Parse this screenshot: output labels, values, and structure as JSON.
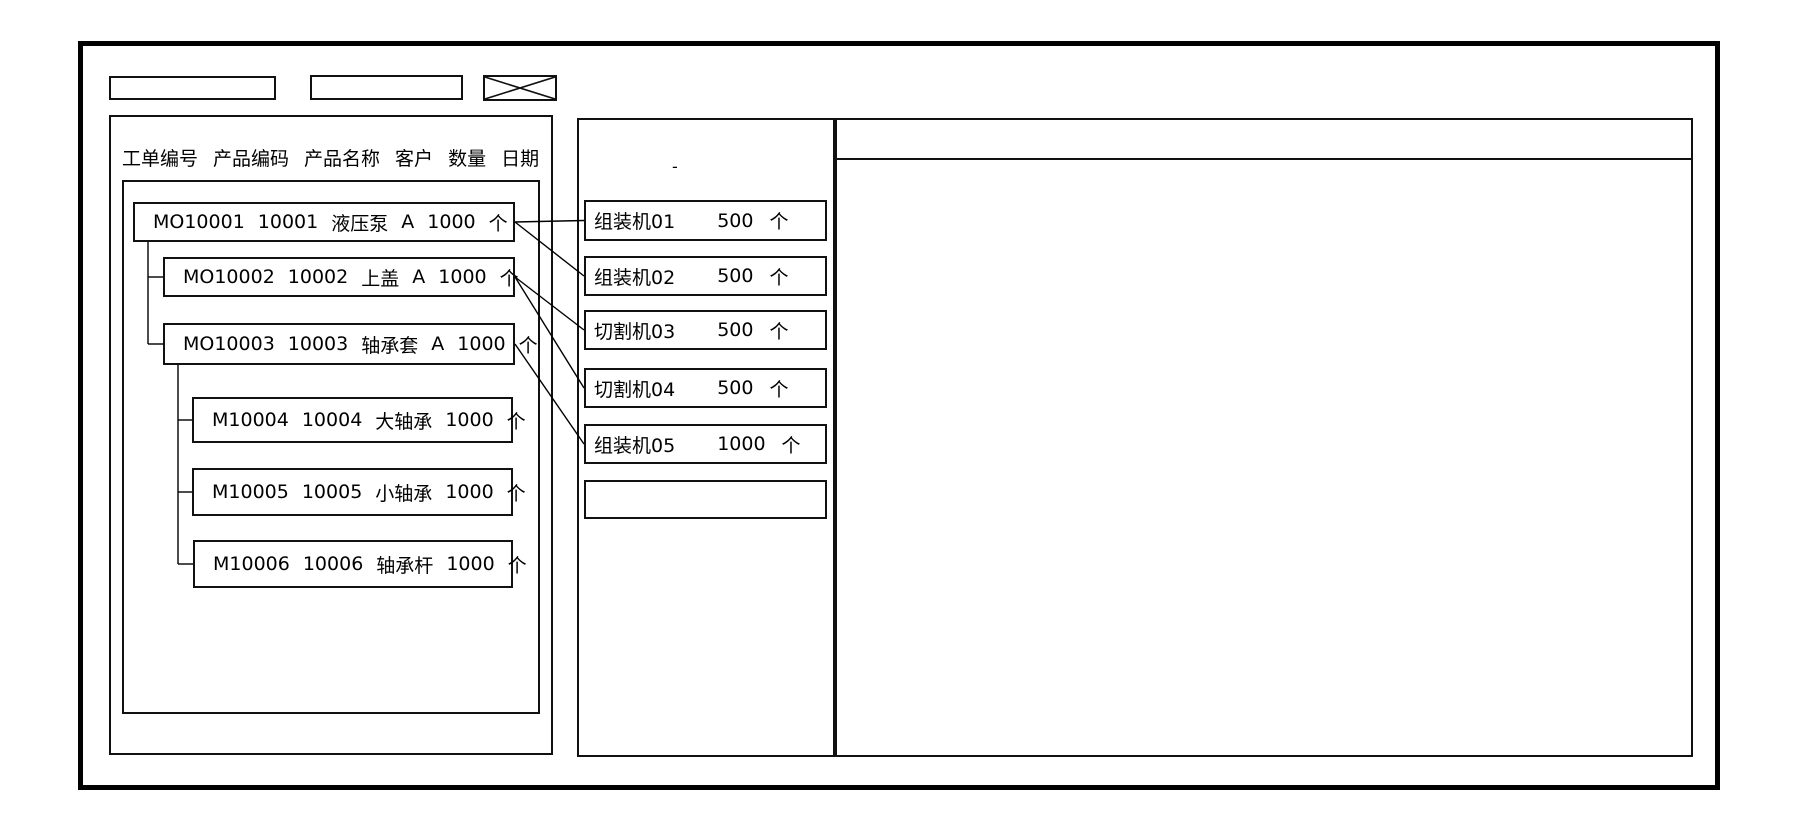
{
  "toolbar": {
    "input1_value": "",
    "input2_value": "",
    "crossed_box": "placeholder"
  },
  "work_order_list": {
    "columns": [
      "工单编号",
      "产品编码",
      "产品名称",
      "客户",
      "数量",
      "日期"
    ],
    "rows": [
      {
        "order_no": "MO10001",
        "product_code": "10001",
        "product_name": "液压泵",
        "customer": "A",
        "qty": "1000",
        "unit": "个",
        "level": 0
      },
      {
        "order_no": "MO10002",
        "product_code": "10002",
        "product_name": "上盖",
        "customer": "A",
        "qty": "1000",
        "unit": "个",
        "level": 1
      },
      {
        "order_no": "MO10003",
        "product_code": "10003",
        "product_name": "轴承套",
        "customer": "A",
        "qty": "1000",
        "unit": "个",
        "level": 1
      },
      {
        "order_no": "M10004",
        "product_code": "10004",
        "product_name": "大轴承",
        "customer": "",
        "qty": "1000",
        "unit": "个",
        "level": 2
      },
      {
        "order_no": "M10005",
        "product_code": "10005",
        "product_name": "小轴承",
        "customer": "",
        "qty": "1000",
        "unit": "个",
        "level": 2
      },
      {
        "order_no": "M10006",
        "product_code": "10006",
        "product_name": "轴承杆",
        "customer": "",
        "qty": "1000",
        "unit": "个",
        "level": 2
      }
    ]
  },
  "work_centers": {
    "note": "-",
    "items": [
      {
        "name": "组装机01",
        "qty": "500",
        "unit": "个"
      },
      {
        "name": "组装机02",
        "qty": "500",
        "unit": "个"
      },
      {
        "name": "切割机03",
        "qty": "500",
        "unit": "个"
      },
      {
        "name": "切割机04",
        "qty": "500",
        "unit": "个"
      },
      {
        "name": "组装机05",
        "qty": "1000",
        "unit": "个"
      },
      {
        "name": "",
        "qty": "",
        "unit": ""
      }
    ]
  },
  "links": {
    "tree": [
      {
        "parent": 0,
        "child": 1
      },
      {
        "parent": 0,
        "child": 2
      },
      {
        "parent": 2,
        "child": 3
      },
      {
        "parent": 2,
        "child": 4
      },
      {
        "parent": 2,
        "child": 5
      }
    ],
    "assignments": [
      {
        "row": 0,
        "machine": 0
      },
      {
        "row": 0,
        "machine": 1
      },
      {
        "row": 1,
        "machine": 2
      },
      {
        "row": 1,
        "machine": 3
      },
      {
        "row": 2,
        "machine": 4
      }
    ]
  },
  "colors": {
    "line": "#000000",
    "background": "#ffffff",
    "text": "#000000"
  }
}
